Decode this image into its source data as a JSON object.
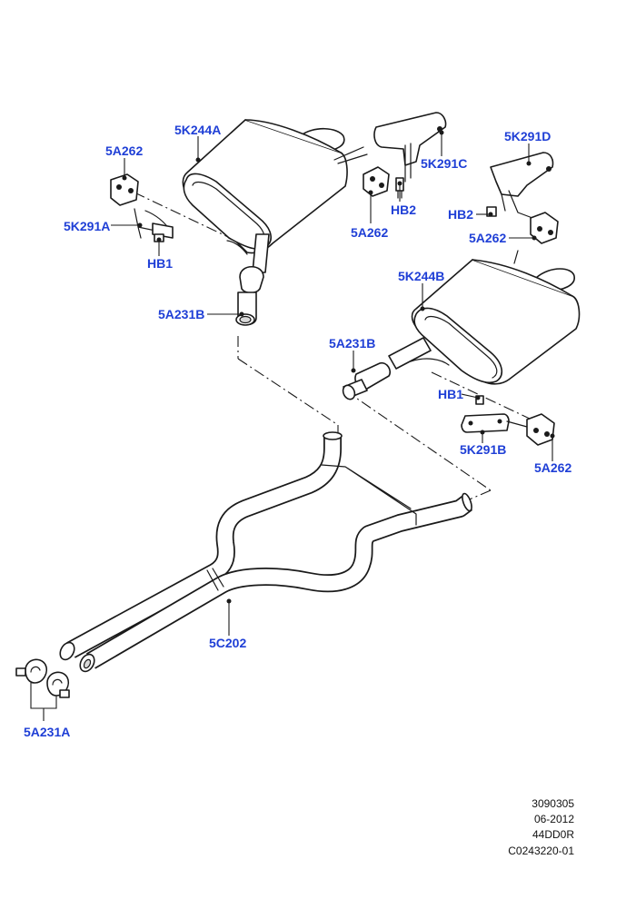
{
  "labels": {
    "muffler_front": "5K244A",
    "muffler_rear": "5K244B",
    "insulator_a": "5A262",
    "insulator_b": "5A262",
    "insulator_c": "5A262",
    "insulator_d": "5A262",
    "bracket_a": "5K291A",
    "bracket_b": "5K291B",
    "bracket_c": "5K291C",
    "bracket_d": "5K291D",
    "bolt_hb1_a": "HB1",
    "bolt_hb1_b": "HB1",
    "bolt_hb2_a": "HB2",
    "bolt_hb2_b": "HB2",
    "clamp_a": "5A231B",
    "clamp_b": "5A231B",
    "clamp_pair": "5A231A",
    "pipe": "5C202"
  },
  "footer": {
    "line1": "3090305",
    "line2": "06-2012",
    "line3": "44DD0R",
    "line4": "C0243220-01"
  },
  "colors": {
    "label": "#1f3fd6",
    "line": "#1a1a1a"
  }
}
